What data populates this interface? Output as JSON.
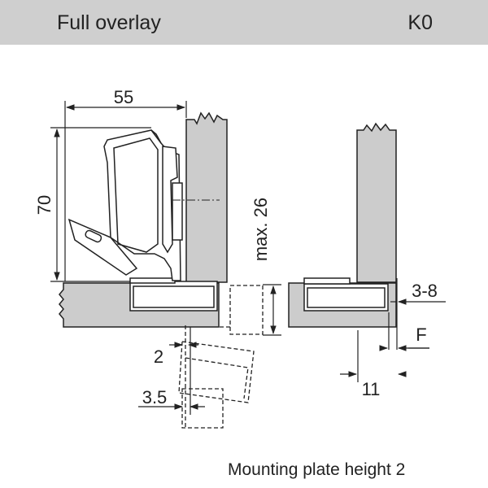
{
  "header": {
    "title": "Full overlay",
    "code": "K0",
    "background_color": "#cfcfcf"
  },
  "dimensions": {
    "width": "55",
    "height": "70",
    "max_depth": "max. 26",
    "plate_offset": "2",
    "gap": "3.5",
    "overlay_range": "3-8",
    "f_label": "F",
    "distance": "11"
  },
  "colors": {
    "panel_fill": "#cccccc",
    "line": "#222222"
  },
  "footer": {
    "note": "Mounting plate height 2"
  }
}
